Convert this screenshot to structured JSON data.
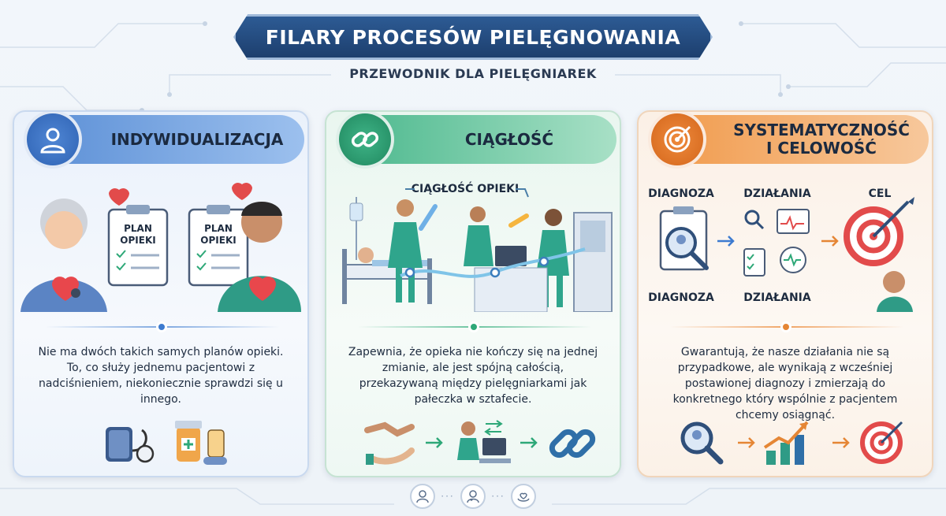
{
  "header": {
    "title": "FILARY PROCESÓW PIELĘGNOWANIA",
    "subtitle": "PRZEWODNIK DLA PIELĘGNIAREK"
  },
  "columns": [
    {
      "title": "INDYWIDUALIZACJA",
      "accent": "#3d7bd0",
      "icon": "person-icon",
      "plan_label_1": "PLAN",
      "plan_label_2": "OPIEKI",
      "description": "Nie ma dwóch takich samych planów opieki. To, co służy jednemu pacjentowi z nadciśnieniem, niekoniecznie sprawdzi się u innego.",
      "bottom_icons": [
        "blood-pressure-icon",
        "medication-icon"
      ]
    },
    {
      "title": "CIĄGŁOŚĆ",
      "accent": "#2ea878",
      "icon": "chain-link-icon",
      "illustration_label": "CIĄGŁOŚĆ OPIEKI",
      "description": "Zapewnia, że opieka nie kończy się na jednej zmianie, ale jest spójną całością, przekazywaną między pielęgniarkami jak pałeczka w sztafecie.",
      "bottom_icons": [
        "handshake-icon",
        "nurse-computer-icon",
        "chain-link-icon"
      ]
    },
    {
      "title": "SYSTEMATYCZNOŚĆ\nI CELOWOŚĆ",
      "accent": "#e58635",
      "icon": "target-icon",
      "labels_top": [
        "DIAGNOZA",
        "DZIAŁANIA",
        "CEL"
      ],
      "labels_bottom": [
        "DIAGNOZA",
        "DZIAŁANIA"
      ],
      "description": "Gwarantują, że nasze działania nie są przypadkowe, ale wynikają z wcześniej postawionej diagnozy i zmierzają do konkretnego który wspólnie z pacjentem chcemy osiągnąć.",
      "bottom_icons": [
        "magnifier-icon",
        "growth-chart-icon",
        "target-icon"
      ]
    }
  ],
  "footer": {
    "icons": [
      "nurse-icon",
      "doctor-icon",
      "care-hands-icon"
    ],
    "separator": "···"
  }
}
